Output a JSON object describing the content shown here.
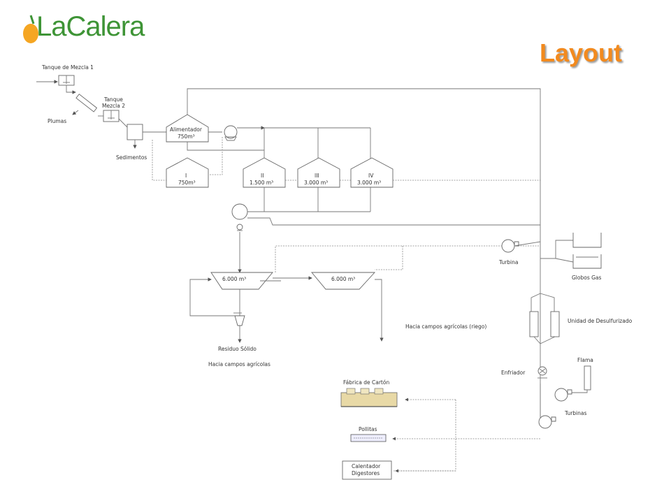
{
  "brand": {
    "logo_text": "LaCalera",
    "logo_text_color": "#3e9436",
    "accent_color": "#f28a1e"
  },
  "title": "Layout",
  "labels": {
    "tanque_mezcla_1": "Tanque de Mezcla 1",
    "tanque_mezcla_2_line1": "Tanque",
    "tanque_mezcla_2_line2": "Mezcla 2",
    "plumas": "Plumas",
    "sedimentos": "Sedimentos",
    "alimentador_line1": "Alimentador",
    "alimentador_line2": "750m³",
    "tank_i_line1": "I",
    "tank_i_line2": "750m³",
    "tank_ii_line1": "II",
    "tank_ii_line2": "1.500 m³",
    "tank_iii_line1": "III",
    "tank_iii_line2": "3.000 m³",
    "tank_iv_line1": "IV",
    "tank_iv_line2": "3.000 m³",
    "basin_1": "6.000 m³",
    "basin_2": "6.000 m³",
    "residuo_solido": "Residuo Sólido",
    "hacia_campos": "Hacia campos agrícolas",
    "hacia_campos_riego": "Hacia campos agrícolas (riego)",
    "turbina": "Turbina",
    "globos_gas": "Globos Gas",
    "unidad_desulfurizado": "Unidad de Desulfurizado",
    "enfriador": "Enfriador",
    "flama": "Flama",
    "turbinas": "Turbinas",
    "fabrica_carton": "Fábrica de Cartón",
    "pollitas": "Pollitas",
    "calentador_line1": "Calentador",
    "calentador_line2": "Digestores"
  }
}
